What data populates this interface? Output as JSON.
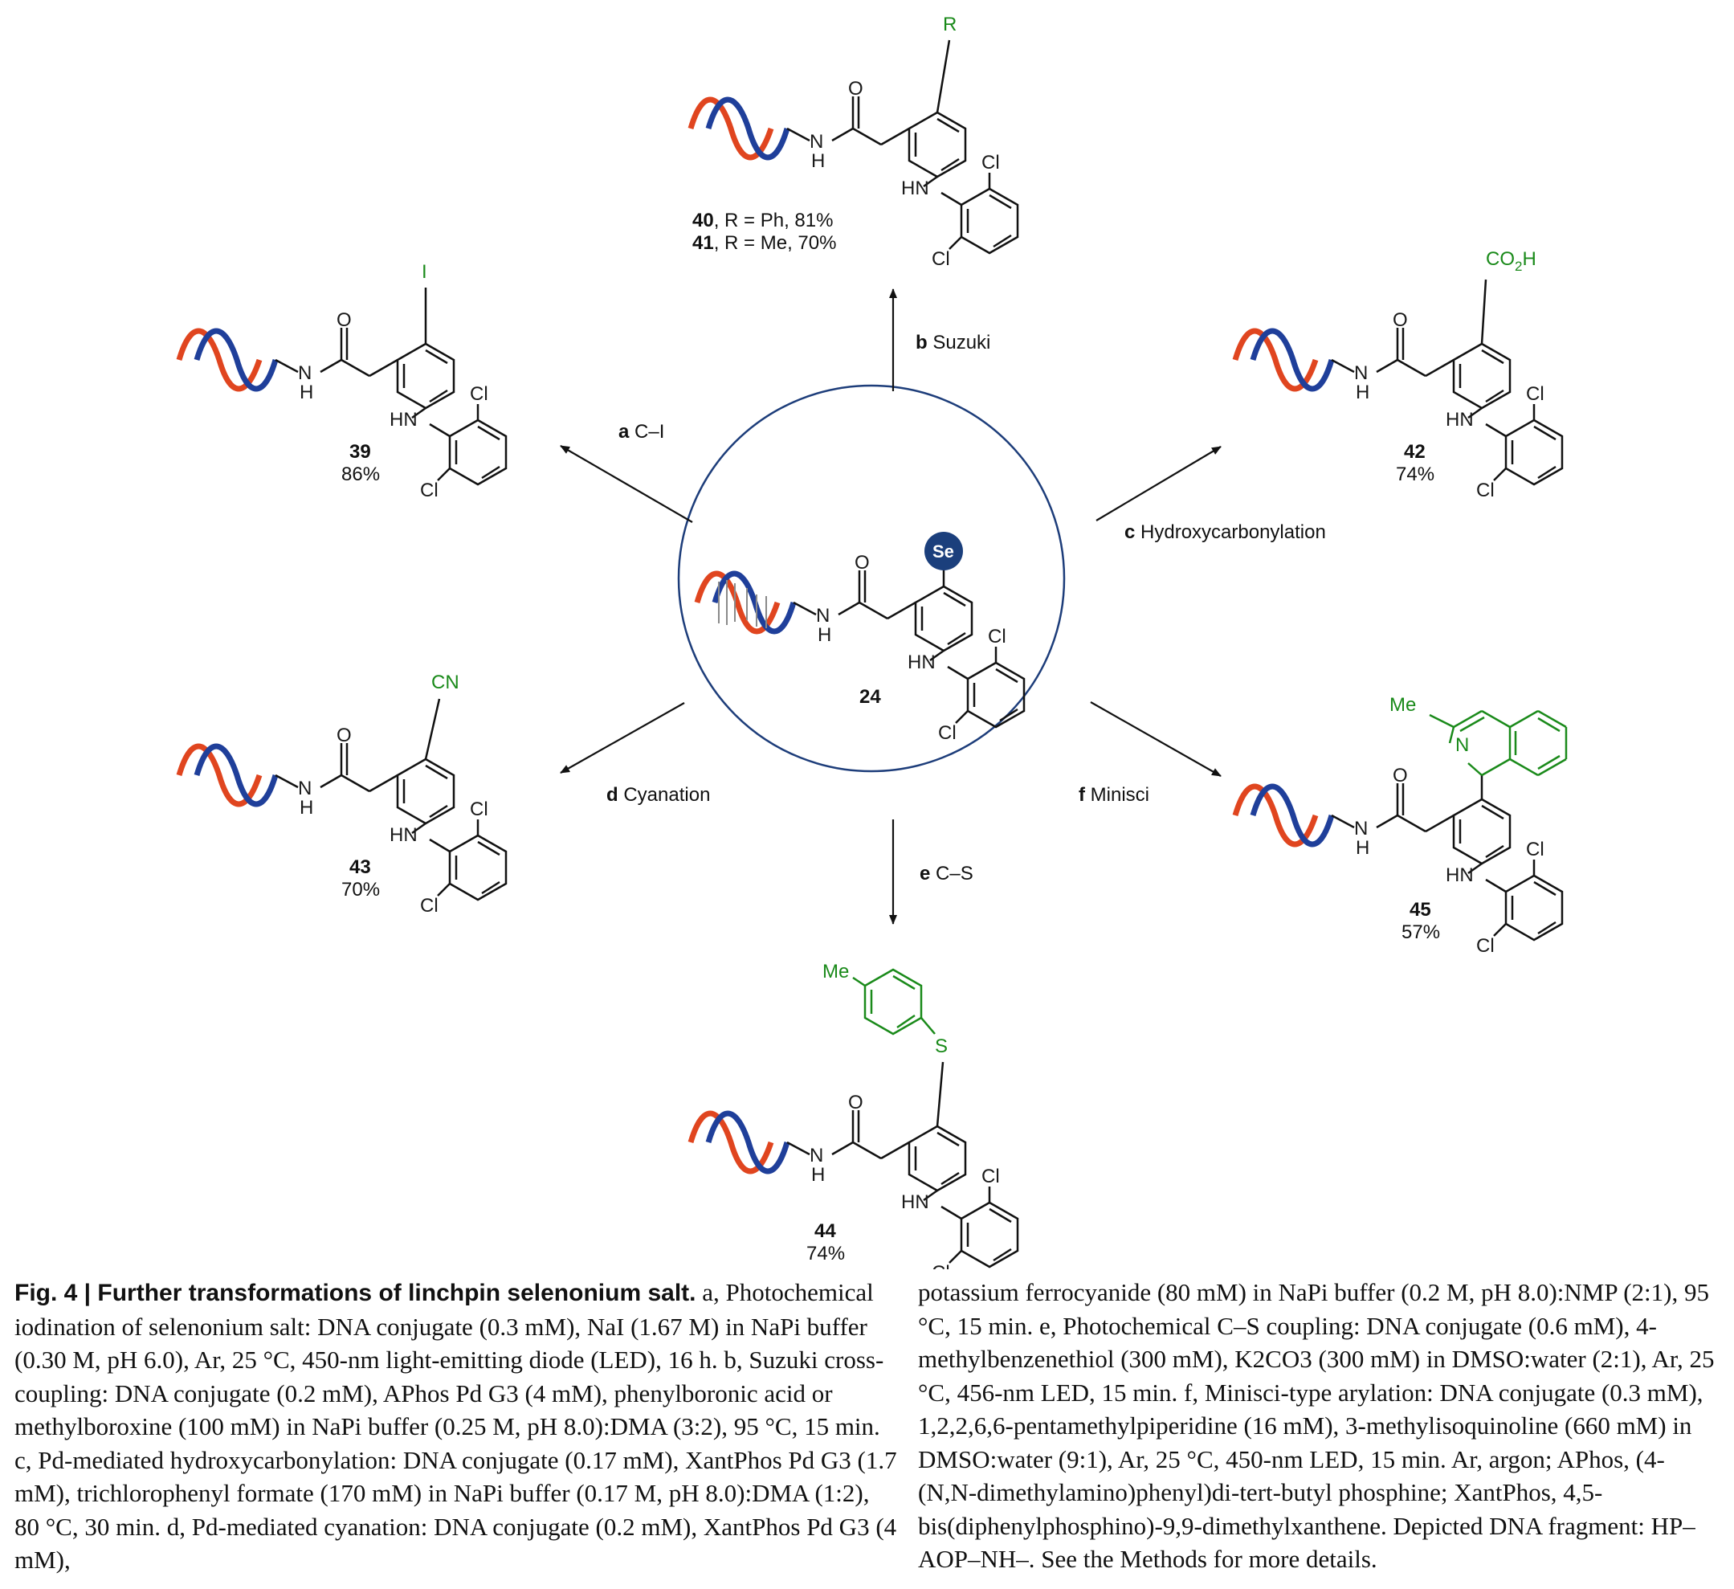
{
  "center_compound": {
    "label": "24",
    "badge": "Se"
  },
  "reactions": [
    {
      "key": "a",
      "letter": "a",
      "name": "C–I"
    },
    {
      "key": "b",
      "letter": "b",
      "name": "Suzuki"
    },
    {
      "key": "c",
      "letter": "c",
      "name": "Hydroxycarbonylation"
    },
    {
      "key": "d",
      "letter": "d",
      "name": "Cyanation"
    },
    {
      "key": "e",
      "letter": "e",
      "name": "C–S"
    },
    {
      "key": "f",
      "letter": "f",
      "name": "Minisci"
    }
  ],
  "products": [
    {
      "id": "39",
      "substituent": "I",
      "yield": "86%"
    },
    {
      "id": "40",
      "detail": ", R = Ph, 81%",
      "substituent": "R"
    },
    {
      "id": "41",
      "detail": ", R = Me, 70%"
    },
    {
      "id": "42",
      "substituent_main": "CO",
      "substituent_sub": "2",
      "substituent_end": "H",
      "yield": "74%"
    },
    {
      "id": "43",
      "substituent": "CN",
      "yield": "70%"
    },
    {
      "id": "44",
      "substituent": "S",
      "methyl": "Me",
      "yield": "74%"
    },
    {
      "id": "45",
      "methyl": "Me",
      "nitrogen": "N",
      "yield": "57%"
    }
  ],
  "atoms": {
    "O": "O",
    "N": "N",
    "H": "H",
    "HN": "HN",
    "Cl": "Cl"
  },
  "caption": {
    "title": "Fig. 4 | Further transformations of linchpin selenonium salt.",
    "col1": " a, Photochemical iodination of selenonium salt: DNA conjugate (0.3 mM), NaI (1.67 M) in NaPi buffer (0.30 M, pH 6.0), Ar, 25 °C, 450-nm light-emitting diode (LED), 16 h. b, Suzuki cross-coupling: DNA conjugate (0.2 mM), APhos Pd G3 (4 mM), phenylboronic acid or methylboroxine (100 mM) in NaPi buffer (0.25 M, pH 8.0):DMA (3:2), 95 °C, 15 min. c, Pd-mediated hydroxycarbonylation: DNA conjugate (0.17 mM), XantPhos Pd G3 (1.7 mM), trichlorophenyl formate (170 mM) in NaPi buffer (0.17 M, pH 8.0):DMA (1:2), 80 °C, 30 min. d, Pd-mediated cyanation: DNA conjugate (0.2 mM), XantPhos Pd G3 (4 mM),",
    "col2": "potassium ferrocyanide (80 mM) in NaPi buffer (0.2 M, pH 8.0):NMP (2:1), 95 °C, 15 min. e, Photochemical C–S coupling: DNA conjugate (0.6 mM), 4-methylbenzenethiol (300 mM), K2CO3 (300 mM) in DMSO:water (2:1), Ar, 25 °C, 456-nm LED, 15 min. f, Minisci-type arylation: DNA conjugate (0.3 mM), 1,2,2,6,6-pentamethylpiperidine (16 mM), 3-methylisoquinoline (660 mM) in DMSO:water (9:1), Ar, 25 °C, 450-nm LED, 15 min. Ar, argon; APhos, (4-(N,N-dimethylamino)phenyl)di-tert-butyl phosphine; XantPhos, 4,5-bis(diphenylphosphino)-9,9-dimethylxanthene. Depicted DNA fragment: HP–AOP–NH–. See the Methods for more details."
  },
  "colors": {
    "dna_red": "#e0451f",
    "dna_blue": "#1f3f9a",
    "green": "#1a8a1a",
    "circle": "#1d3d7a",
    "se_badge": "#1b3f7c"
  }
}
